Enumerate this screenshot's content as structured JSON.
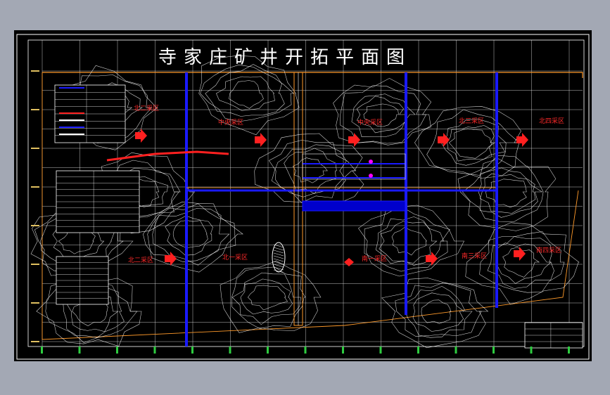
{
  "title": "寺家庄矿井开拓平面图",
  "zones": [
    {
      "label": "北二采区"
    },
    {
      "label": "中央采区"
    },
    {
      "label": "中央采区"
    },
    {
      "label": "北三采区"
    },
    {
      "label": "北四采区"
    },
    {
      "label": "北二采区"
    },
    {
      "label": "北一采区"
    },
    {
      "label": "南一采区"
    },
    {
      "label": "南三采区"
    },
    {
      "label": "南四采区"
    }
  ],
  "colors": {
    "background": "#000000",
    "frame": "#ffffff",
    "contour": "#ffffff",
    "shaft_blue": "#1a1aff",
    "boundary_orange": "#ff9a2a",
    "arrow_red": "#ff2020",
    "magenta": "#ff00ff"
  }
}
